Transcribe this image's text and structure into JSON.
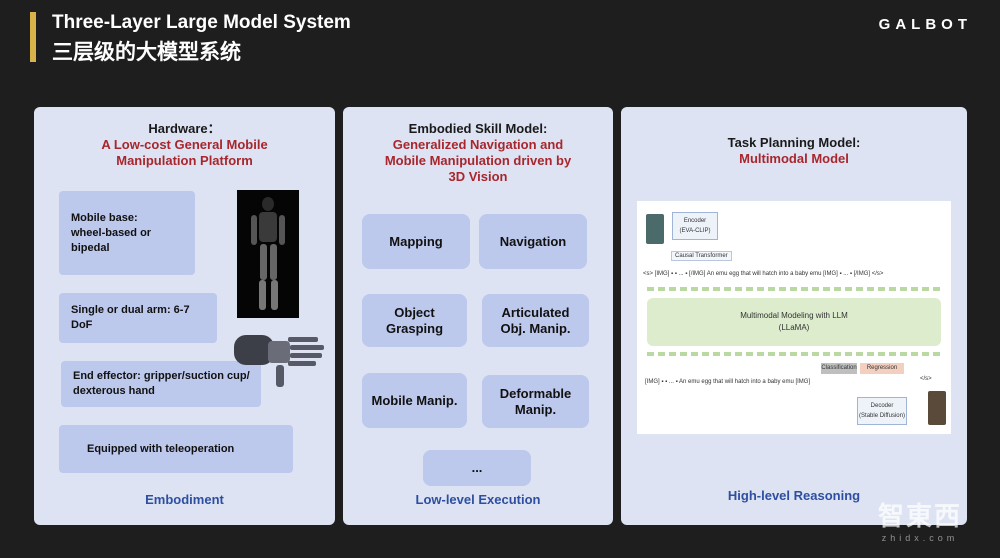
{
  "header": {
    "title_en": "Three-Layer Large Model System",
    "title_cn": "三层级的大模型系统",
    "brand": "GALBOT"
  },
  "panels": {
    "hardware": {
      "heading": "Hardware：",
      "subheading": "A Low-cost General Mobile Manipulation Platform",
      "items": [
        "Mobile base: wheel-based or bipedal",
        "Single or dual arm: 6-7 DoF",
        "End effector: gripper/suction cup/ dexterous hand",
        "Equipped with teleoperation"
      ],
      "footer": "Embodiment"
    },
    "skill": {
      "heading": "Embodied Skill Model:",
      "subheading": "Generalized Navigation and Mobile Manipulation driven by 3D Vision",
      "items": [
        "Mapping",
        "Navigation",
        "Object Grasping",
        "Articulated Obj. Manip.",
        "Mobile Manip.",
        "Deformable Manip.",
        "..."
      ],
      "footer": "Low-level Execution"
    },
    "planning": {
      "heading": "Task Planning Model:",
      "subheading": "Multimodal Model",
      "footer": "High-level Reasoning",
      "diagram": {
        "encoder": "Encoder",
        "encoder_sub": "(EVA-CLIP)",
        "causal": "Causal Transformer",
        "input_seq": "<s> [IMG] ▪ ▪ ... ▪ [/IMG] An emu egg that will hatch into a baby emu [IMG] ▪ ... ▪ [/IMG] </s>",
        "llm": "Multimodal Modeling with LLM",
        "llm_sub": "(LLaMA)",
        "output_seq": "[IMG] ▪ ▪ ... ▪ An emu egg that will hatch into a baby emu [IMG]",
        "classification": "Classification",
        "regression": "Regression",
        "end_token": "</s>",
        "decoder": "Decoder",
        "decoder_sub": "(Stable Diffusion)"
      }
    }
  },
  "watermark": {
    "logo": "智東西",
    "url": "zhidx.com"
  }
}
